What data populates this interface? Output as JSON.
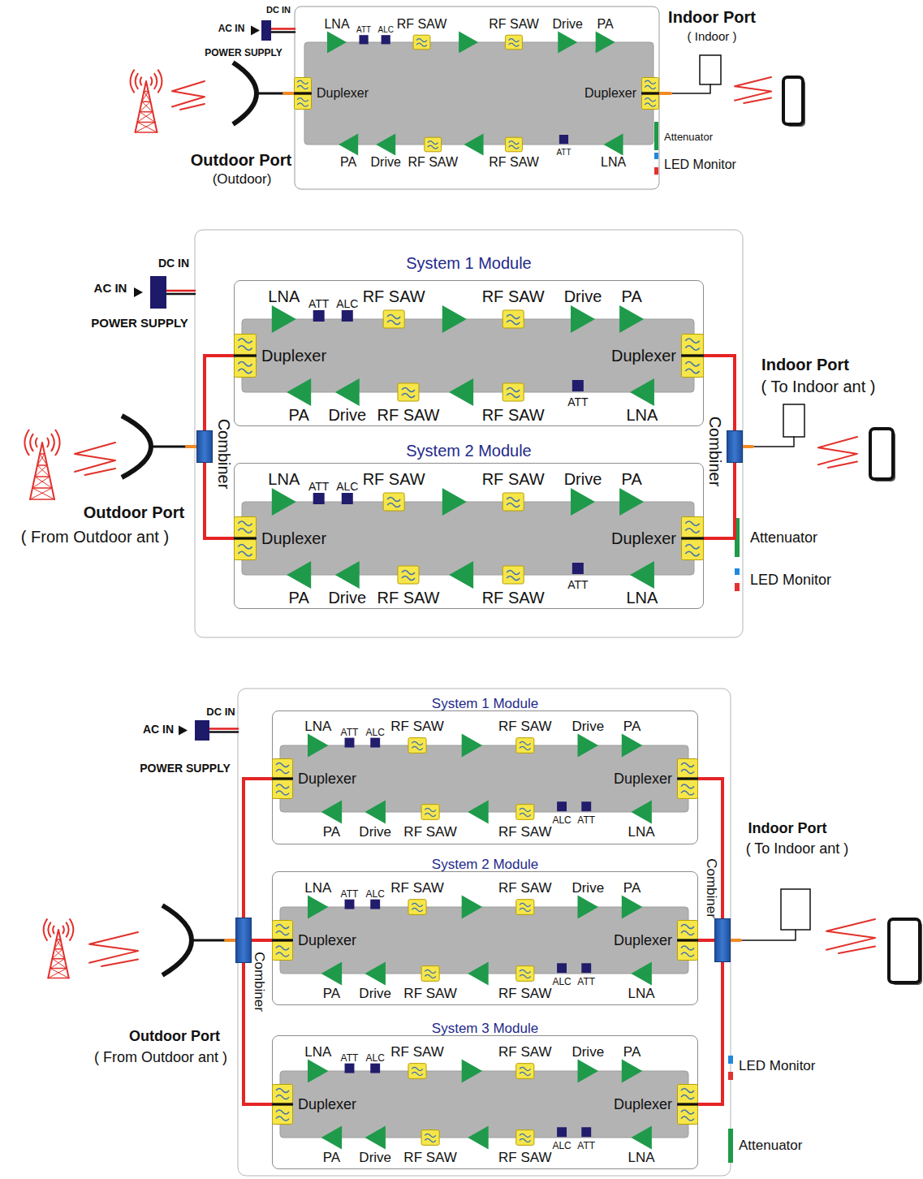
{
  "diagram": {
    "nodes": [
      {
        "text": [
          "Duplexer"
        ]
      },
      {
        "text": [
          "Duplexer"
        ]
      },
      {
        "text": [
          "System 1 Module"
        ]
      },
      {
        "text": [
          "Duplexer"
        ],
        "in": 2
      },
      {
        "text": [
          "Duplexer"
        ],
        "in": 2
      },
      {
        "text": [
          "System 2 Module"
        ]
      },
      {
        "text": [
          "Duplexer"
        ],
        "in": 5
      },
      {
        "text": [
          "Duplexer"
        ],
        "in": 5
      },
      {
        "text": [
          "Combiner"
        ]
      },
      {
        "text": [
          "Combiner"
        ]
      },
      {
        "text": [
          "System 1 Module"
        ]
      },
      {
        "text": [
          "Duplexer"
        ],
        "in": 10
      },
      {
        "text": [
          "Duplexer"
        ],
        "in": 10
      },
      {
        "text": [
          "System 2 Module"
        ]
      },
      {
        "text": [
          "Duplexer"
        ],
        "in": 13
      },
      {
        "text": [
          "Duplexer"
        ],
        "in": 13
      },
      {
        "text": [
          "System 3 Module"
        ]
      },
      {
        "text": [
          "Duplexer"
        ],
        "in": 16
      },
      {
        "text": [
          "Duplexer"
        ],
        "in": 16
      },
      {
        "text": [
          "Combiner"
        ]
      },
      {
        "text": [
          "Combiner"
        ]
      }
    ],
    "edges": [
      {
        "from": 8,
        "to": 3,
        "arrow": "none"
      },
      {
        "from": 8,
        "to": 6,
        "arrow": "none"
      },
      {
        "from": 4,
        "to": 9,
        "arrow": "none"
      },
      {
        "from": 7,
        "to": 9,
        "arrow": "none"
      },
      {
        "from": 19,
        "to": 11,
        "arrow": "none"
      },
      {
        "from": 19,
        "to": 14,
        "arrow": "none"
      },
      {
        "from": 19,
        "to": 17,
        "arrow": "none"
      },
      {
        "from": 12,
        "to": 20,
        "arrow": "none"
      },
      {
        "from": 15,
        "to": 20,
        "arrow": "none"
      },
      {
        "from": 18,
        "to": 20,
        "arrow": "none"
      }
    ],
    "labels": [
      "DC IN",
      "AC IN",
      "POWER SUPPLY",
      "LNA",
      "ATT",
      "ALC",
      "RF SAW",
      "RF SAW",
      "Drive",
      "PA",
      "PA",
      "Drive",
      "RF SAW",
      "RF SAW",
      "ATT",
      "LNA",
      "Outdoor Port",
      "(Outdoor)",
      "Indoor Port",
      "( Indoor )",
      "Attenuator",
      "LED Monitor",
      "DC IN",
      "AC IN",
      "POWER SUPPLY",
      "LNA",
      "ATT",
      "ALC",
      "RF SAW",
      "RF SAW",
      "Drive",
      "PA",
      "PA",
      "Drive",
      "RF SAW",
      "RF SAW",
      "ATT",
      "LNA",
      "LNA",
      "ATT",
      "ALC",
      "RF SAW",
      "RF SAW",
      "Drive",
      "PA",
      "PA",
      "Drive",
      "RF SAW",
      "RF SAW",
      "ATT",
      "LNA",
      "Outdoor Port",
      "( From Outdoor ant )",
      "Indoor Port",
      "( To Indoor ant )",
      "Attenuator",
      "LED Monitor",
      "DC IN",
      "AC IN",
      "POWER SUPPLY",
      "LNA",
      "ATT",
      "ALC",
      "RF SAW",
      "RF SAW",
      "Drive",
      "PA",
      "PA",
      "Drive",
      "RF SAW",
      "RF SAW",
      "ALC",
      "ATT",
      "LNA",
      "LNA",
      "ATT",
      "ALC",
      "RF SAW",
      "RF SAW",
      "Drive",
      "PA",
      "PA",
      "Drive",
      "RF SAW",
      "RF SAW",
      "ALC",
      "ATT",
      "LNA",
      "LNA",
      "ATT",
      "ALC",
      "RF SAW",
      "RF SAW",
      "Drive",
      "PA",
      "PA",
      "Drive",
      "RF SAW",
      "RF SAW",
      "ALC",
      "ATT",
      "LNA",
      "Outdoor Port",
      "( From Outdoor ant )",
      "Indoor Port",
      "( To Indoor ant )",
      "LED Monitor",
      "Attenuator"
    ]
  }
}
